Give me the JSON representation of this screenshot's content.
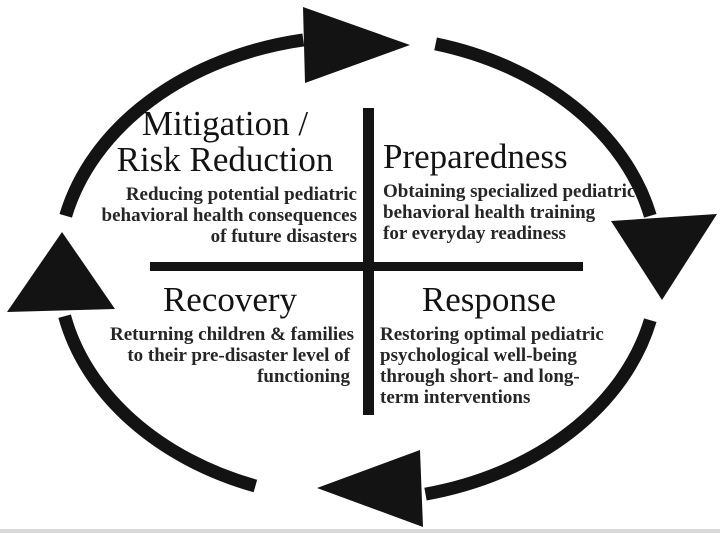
{
  "colors": {
    "ink": "#131313",
    "background": "#ffffff"
  },
  "diagram": {
    "icons": [
      "cycle-arrow-top",
      "cycle-arrow-right",
      "cycle-arrow-bottom",
      "cycle-arrow-left",
      "quadrant-divider-cross"
    ],
    "quadrants": [
      {
        "id": "mitigation",
        "heading_lines": [
          "Mitigation /",
          "Risk Reduction"
        ],
        "subtitle_lines": [
          "Reducing potential pediatric",
          "behavioral health consequences",
          "of future disasters"
        ]
      },
      {
        "id": "preparedness",
        "heading_lines": [
          "Preparedness"
        ],
        "subtitle_lines": [
          "Obtaining specialized pediatric",
          "behavioral health training",
          "for everyday readiness"
        ]
      },
      {
        "id": "recovery",
        "heading_lines": [
          "Recovery"
        ],
        "subtitle_lines": [
          "Returning children & families",
          "to their pre-disaster level of",
          "functioning"
        ]
      },
      {
        "id": "response",
        "heading_lines": [
          "Response"
        ],
        "subtitle_lines": [
          "Restoring optimal pediatric",
          "psychological well-being",
          "through short- and long-",
          "term interventions"
        ]
      }
    ]
  }
}
